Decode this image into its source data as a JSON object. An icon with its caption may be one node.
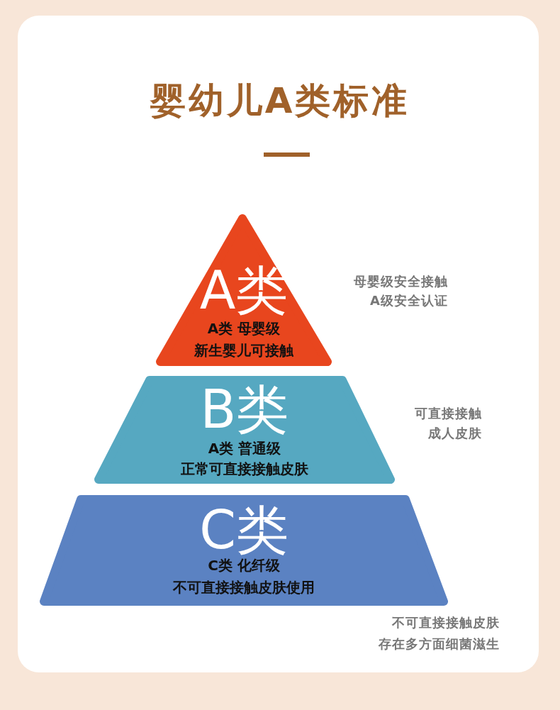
{
  "diagram": {
    "title": "婴幼儿A类标准",
    "nodes": [
      {
        "text": [
          "A类",
          "A类 母婴级",
          "新生婴儿可接触"
        ],
        "beside": [
          "母婴级安全接触",
          "A级安全认证"
        ]
      },
      {
        "text": [
          "B类",
          "A类 普通级",
          "正常可直接接触皮肤"
        ],
        "beside": [
          "可直接接触",
          "成人皮肤"
        ]
      },
      {
        "text": [
          "C类",
          "C类 化纤级",
          "不可直接接触皮肤使用"
        ],
        "beside": [
          "不可直接接触皮肤",
          "存在多方面细菌滋生"
        ]
      }
    ],
    "edges": []
  }
}
